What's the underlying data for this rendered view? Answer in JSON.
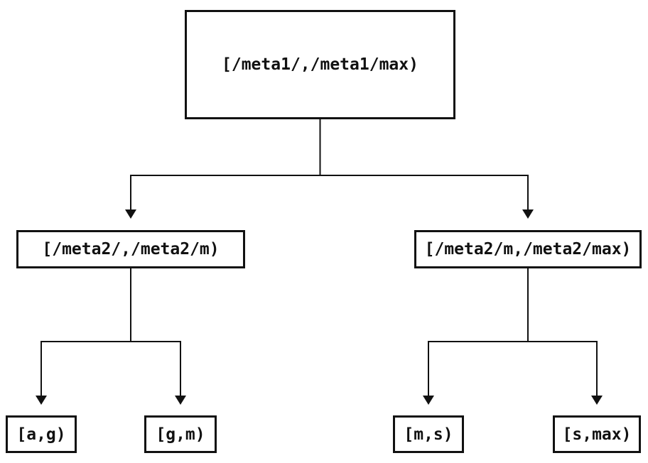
{
  "diagram": {
    "type": "tree",
    "description": "Two-level key-range partition tree",
    "colors": {
      "stroke": "#111111",
      "text": "#111111",
      "background": "#ffffff"
    },
    "nodes": {
      "root": {
        "id": "root",
        "label": "[/meta1/,/meta1/max)"
      },
      "meta2_low": {
        "id": "meta2_low",
        "label": "[/meta2/,/meta2/m)"
      },
      "meta2_high": {
        "id": "meta2_high",
        "label": "[/meta2/m,/meta2/max)"
      },
      "leaf_a_g": {
        "id": "leaf_a_g",
        "label": "[a,g)"
      },
      "leaf_g_m": {
        "id": "leaf_g_m",
        "label": "[g,m)"
      },
      "leaf_m_s": {
        "id": "leaf_m_s",
        "label": "[m,s)"
      },
      "leaf_s_max": {
        "id": "leaf_s_max",
        "label": "[s,max)"
      }
    },
    "edges": [
      {
        "from": "root",
        "to": "meta2_low"
      },
      {
        "from": "root",
        "to": "meta2_high"
      },
      {
        "from": "meta2_low",
        "to": "leaf_a_g"
      },
      {
        "from": "meta2_low",
        "to": "leaf_g_m"
      },
      {
        "from": "meta2_high",
        "to": "leaf_m_s"
      },
      {
        "from": "meta2_high",
        "to": "leaf_s_max"
      }
    ]
  }
}
